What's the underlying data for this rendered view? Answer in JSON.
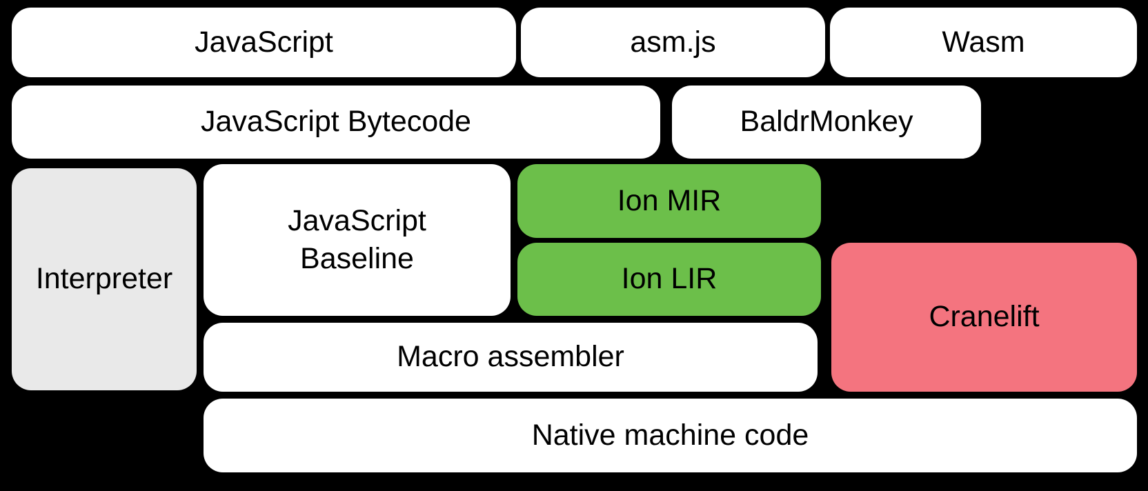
{
  "colors": {
    "background": "#000000",
    "text": "#000000",
    "white_box": "#ffffff",
    "gray_box": "#e9e9e9",
    "green_box": "#6cbf4a",
    "pink_box": "#f4747f"
  },
  "boxes": {
    "javascript": {
      "label": "JavaScript"
    },
    "asmjs": {
      "label": "asm.js"
    },
    "wasm": {
      "label": "Wasm"
    },
    "js_bytecode": {
      "label": "JavaScript Bytecode"
    },
    "baldrmonkey": {
      "label": "BaldrMonkey"
    },
    "interpreter": {
      "label": "Interpreter"
    },
    "js_baseline": {
      "label": "JavaScript\nBaseline"
    },
    "ion_mir": {
      "label": "Ion MIR"
    },
    "ion_lir": {
      "label": "Ion LIR"
    },
    "cranelift": {
      "label": "Cranelift"
    },
    "macro_assembler": {
      "label": "Macro assembler"
    },
    "native_machine_code": {
      "label": "Native machine code"
    }
  }
}
